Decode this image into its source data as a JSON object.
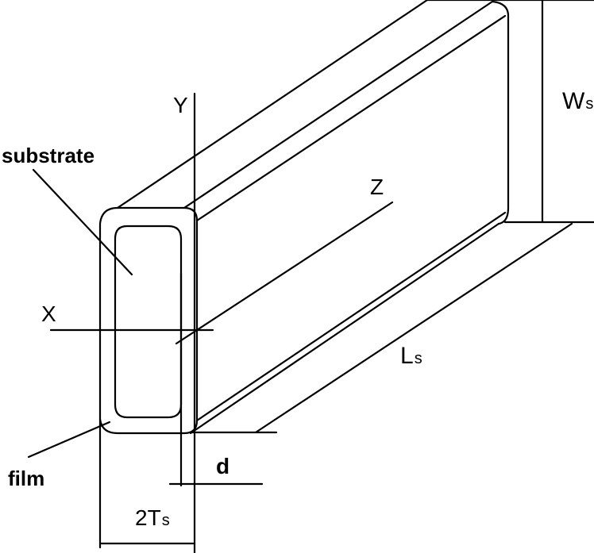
{
  "labels": {
    "y_axis": "Y",
    "x_axis": "X",
    "z_axis": "Z",
    "substrate": "substrate",
    "film": "film",
    "width": "W",
    "width_sub": "s",
    "length": "L",
    "length_sub": "s",
    "thickness_prefix": "2T",
    "thickness_sub": "s",
    "film_thickness": "d"
  }
}
